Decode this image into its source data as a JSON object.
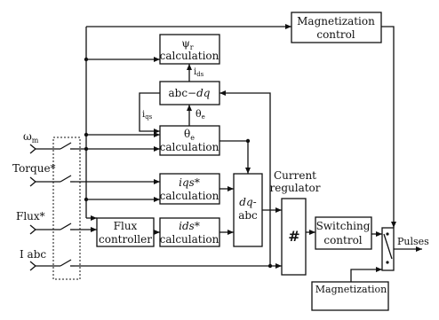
{
  "blocks": {
    "magnetization_control": {
      "line1": "Magnetization",
      "line2": "control"
    },
    "psi_r_calc": {
      "symbol": "ψ",
      "sub": "r",
      "line2": "calculation"
    },
    "abc_dq": {
      "prefix": "abc−",
      "italic": "dq"
    },
    "theta_e_calc": {
      "symbol": "θ",
      "sub": "e",
      "line2": "calculation"
    },
    "iqs_calc": {
      "line1": "iqs*",
      "line2": "calculation"
    },
    "ids_calc": {
      "line1": "ids*",
      "line2": "calculation"
    },
    "flux_controller": {
      "line1": "Flux",
      "line2": "controller"
    },
    "dq_abc": {
      "line1": "dq-",
      "line2": "abc"
    },
    "current_regulator": {
      "line1": "Current",
      "line2": "regulator",
      "symbol": "#"
    },
    "switching_control": {
      "line1": "Switching",
      "line2": "control"
    },
    "bottom_block": {
      "text": "Magnetization"
    }
  },
  "signals": {
    "i_ds": {
      "base": "i",
      "sub": "ds"
    },
    "i_qs": {
      "base": "i",
      "sub": "qs"
    },
    "theta_e": {
      "base": "θ",
      "sub": "e"
    }
  },
  "inputs": {
    "omega_m": {
      "base": "ω",
      "sub": "m"
    },
    "torque": "Torque*",
    "flux": "Flux*",
    "i_abc": "I abc"
  },
  "outputs": {
    "pulses": "Pulses"
  }
}
